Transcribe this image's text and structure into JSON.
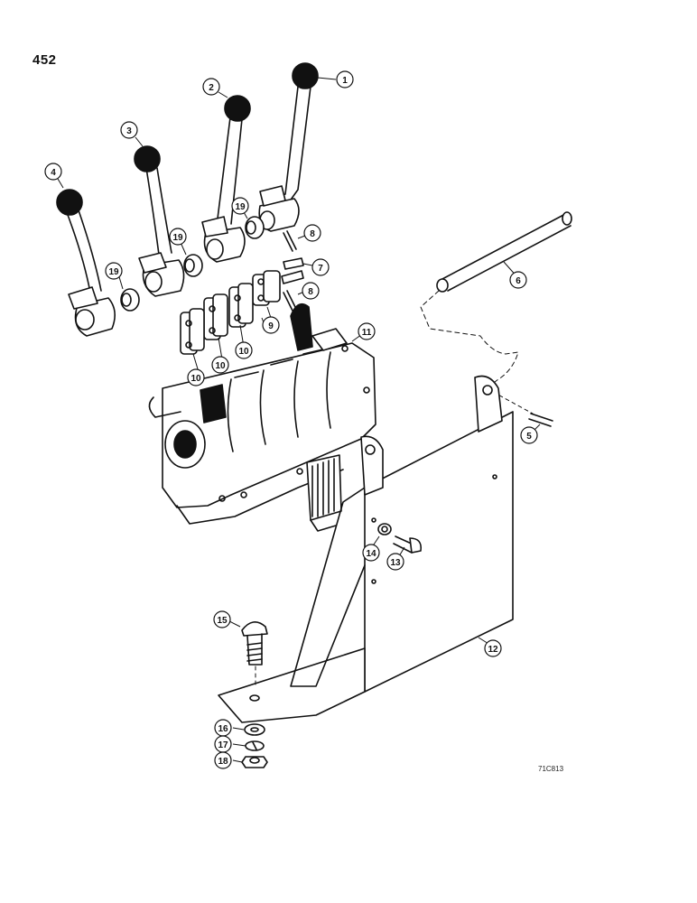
{
  "page_number": "452",
  "drawing_id": "71C813",
  "callouts": [
    {
      "label": "1"
    },
    {
      "label": "2"
    },
    {
      "label": "3"
    },
    {
      "label": "4"
    },
    {
      "label": "5"
    },
    {
      "label": "6"
    },
    {
      "label": "7"
    },
    {
      "label": "8"
    },
    {
      "label": "8"
    },
    {
      "label": "9"
    },
    {
      "label": "10"
    },
    {
      "label": "10"
    },
    {
      "label": "10"
    },
    {
      "label": "10"
    },
    {
      "label": "11"
    },
    {
      "label": "12"
    },
    {
      "label": "13"
    },
    {
      "label": "14"
    },
    {
      "label": "15"
    },
    {
      "label": "16"
    },
    {
      "label": "17"
    },
    {
      "label": "18"
    },
    {
      "label": "19"
    },
    {
      "label": "19"
    },
    {
      "label": "19"
    }
  ]
}
